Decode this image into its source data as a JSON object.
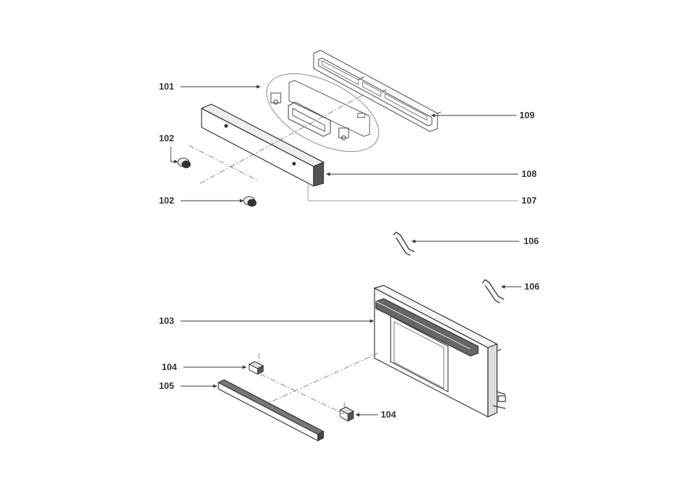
{
  "callouts": {
    "c101": "101",
    "c102a": "102",
    "c102b": "102",
    "c103": "103",
    "c104a": "104",
    "c104b": "104",
    "c105": "105",
    "c106a": "106",
    "c106b": "106",
    "c107": "107",
    "c108": "108",
    "c109": "109"
  },
  "colors": {
    "ink": "#333333",
    "light": "#999999",
    "fill_dark": "#666666"
  }
}
